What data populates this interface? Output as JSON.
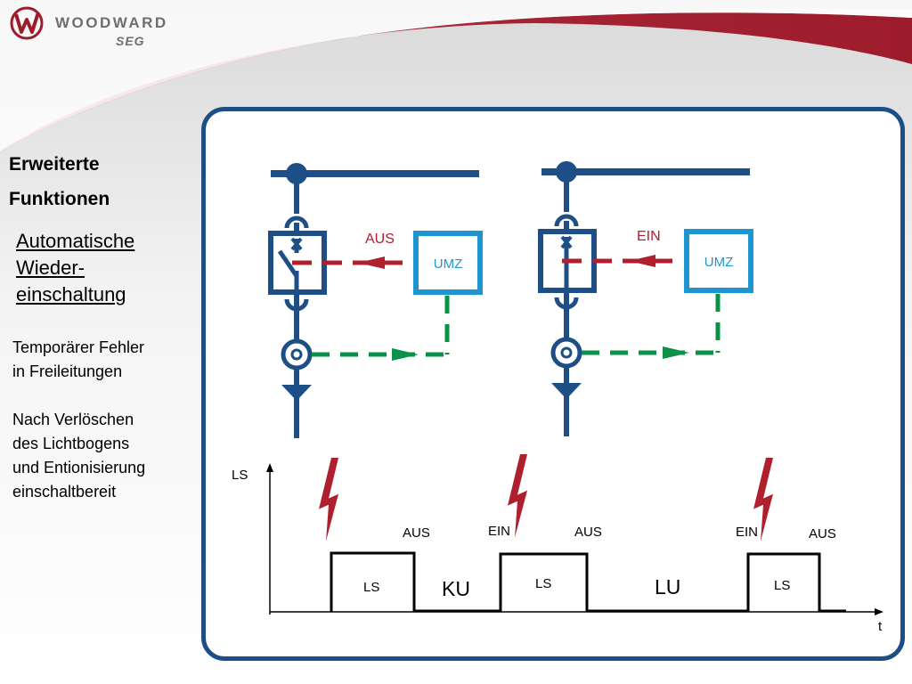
{
  "logo": {
    "wordmark": "WOODWARD",
    "submark": "SEG"
  },
  "sidebar": {
    "title_line1": "Erweiterte",
    "title_line2": "Funktionen",
    "subtitle": "Automatische Wieder-einschaltung",
    "subtitle_line1": "Automatische",
    "subtitle_line2": "Wieder-",
    "subtitle_line3": "einschaltung",
    "note1_line1": "Temporärer Fehler",
    "note1_line2": "in Freileitungen",
    "note2_line1": "Nach Verlöschen",
    "note2_line2": "des Lichtbogens",
    "note2_line3": "und Entionisierung",
    "note2_line4": "einschaltbereit"
  },
  "circuit_left": {
    "relay_label": "UMZ",
    "command_label": "AUS"
  },
  "circuit_right": {
    "relay_label": "UMZ",
    "command_label": "EIN"
  },
  "timing": {
    "y_axis_label": "LS",
    "x_axis_label": "t",
    "segments": [
      {
        "label": "LS",
        "kind": "on"
      },
      {
        "label": "KU",
        "kind": "off"
      },
      {
        "label": "LS",
        "kind": "on"
      },
      {
        "label": "LU",
        "kind": "off"
      },
      {
        "label": "LS",
        "kind": "on"
      }
    ],
    "events": [
      "AUS",
      "EIN",
      "AUS",
      "EIN",
      "AUS"
    ]
  },
  "colors": {
    "navy": "#1d4e86",
    "relay_blue": "#1f95cf",
    "trip_red": "#b01f2e",
    "signal_green": "#0a9248",
    "banner_red": "#9d1c2c",
    "text": "#000000"
  }
}
